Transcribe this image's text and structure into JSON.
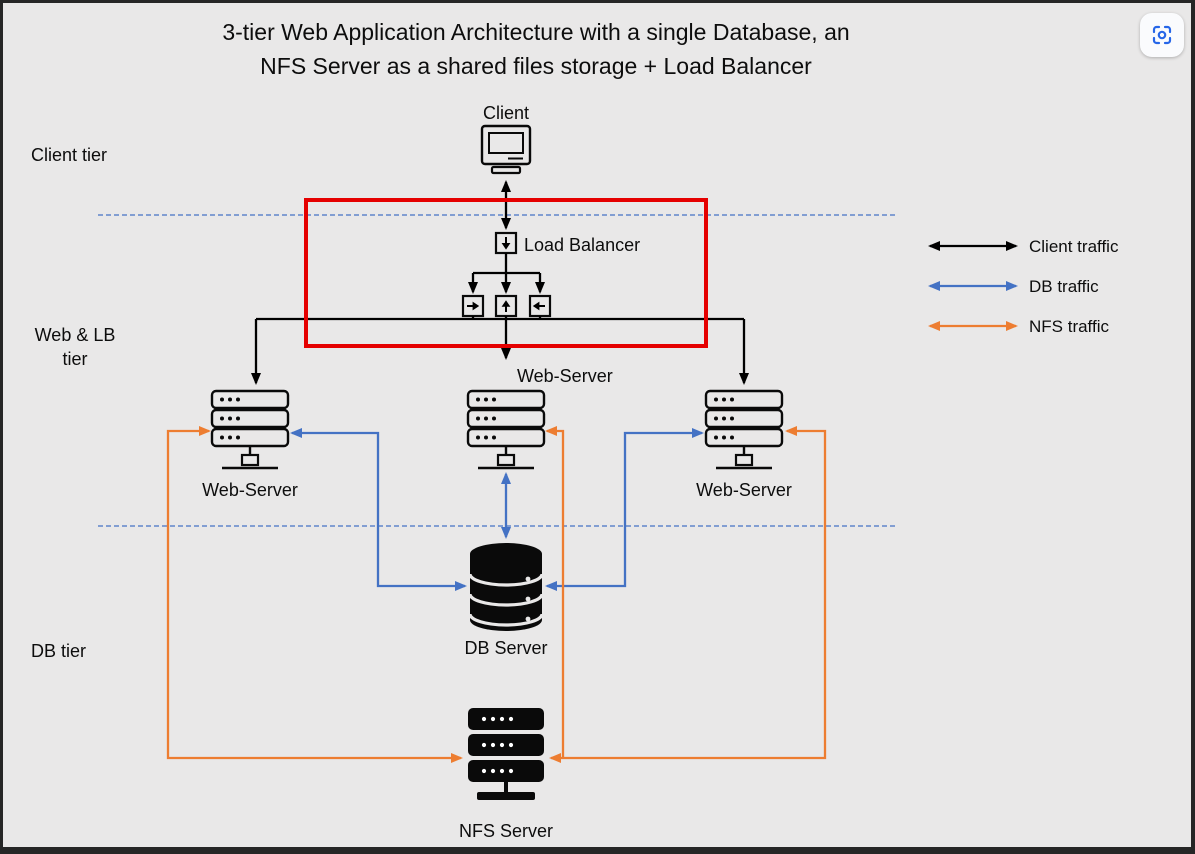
{
  "title": "3-tier Web Application Architecture with a single Database, an\nNFS Server as a shared files storage + Load Balancer",
  "tiers": {
    "client": "Client tier",
    "web_lb": "Web & LB\ntier",
    "db": "DB tier"
  },
  "nodes": {
    "client": "Client",
    "load_balancer": "Load Balancer",
    "web_server_middle": "Web-Server",
    "web_server_left": "Web-Server",
    "web_server_right": "Web-Server",
    "db_server": "DB Server",
    "nfs_server": "NFS Server"
  },
  "legend": [
    {
      "label": "Client traffic",
      "color": "#000000"
    },
    {
      "label": "DB traffic",
      "color": "#4472c4"
    },
    {
      "label": "NFS traffic",
      "color": "#ed7d31"
    }
  ],
  "colors": {
    "client-traffic": "#000000",
    "db-traffic": "#4472c4",
    "nfs-traffic": "#ed7d31",
    "highlight-box": "#e50000",
    "tier-divider": "#4472c4",
    "background": "#e9e8e8"
  },
  "icons": {
    "client": "desktop-computer-icon",
    "load_balancer": "box-down-arrow-icon",
    "web_server": "server-stack-outline-icon",
    "db_server": "database-cylinder-icon",
    "nfs_server": "server-stack-solid-icon",
    "corner_button": "scan-region-icon"
  },
  "connections": [
    {
      "from": "Client",
      "to": "Load Balancer",
      "traffic": "client",
      "bidirectional": true
    },
    {
      "from": "Load Balancer",
      "to": "Web-Server (left)",
      "traffic": "client",
      "bidirectional": false
    },
    {
      "from": "Load Balancer",
      "to": "Web-Server (middle)",
      "traffic": "client",
      "bidirectional": false
    },
    {
      "from": "Load Balancer",
      "to": "Web-Server (right)",
      "traffic": "client",
      "bidirectional": false
    },
    {
      "from": "Web-Server (left)",
      "to": "DB Server",
      "traffic": "db",
      "bidirectional": true
    },
    {
      "from": "Web-Server (middle)",
      "to": "DB Server",
      "traffic": "db",
      "bidirectional": true
    },
    {
      "from": "Web-Server (right)",
      "to": "DB Server",
      "traffic": "db",
      "bidirectional": true
    },
    {
      "from": "Web-Server (left)",
      "to": "NFS Server",
      "traffic": "nfs",
      "bidirectional": true
    },
    {
      "from": "Web-Server (middle)",
      "to": "NFS Server",
      "traffic": "nfs",
      "bidirectional": true
    },
    {
      "from": "Web-Server (right)",
      "to": "NFS Server",
      "traffic": "nfs",
      "bidirectional": true
    }
  ]
}
